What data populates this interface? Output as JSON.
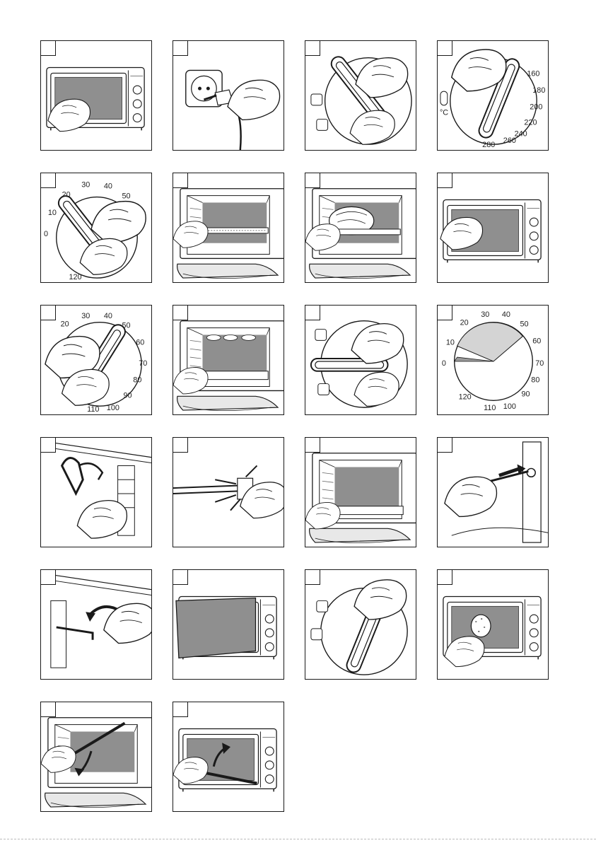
{
  "page": {
    "title": ""
  },
  "dial_temperature": {
    "unit": "°C",
    "labels": [
      "160",
      "180",
      "200",
      "220",
      "240",
      "260",
      "280"
    ]
  },
  "dial_timer_a": {
    "labels": [
      "30",
      "40",
      "20",
      "50",
      "10",
      "0",
      "120"
    ]
  },
  "dial_timer_b": {
    "labels": [
      "30",
      "40",
      "20",
      "50",
      "60",
      "70",
      "80",
      "90",
      "100",
      "110"
    ]
  },
  "dial_timer_c": {
    "labels": [
      "30",
      "40",
      "20",
      "50",
      "60",
      "10",
      "0",
      "70",
      "80",
      "90",
      "100",
      "110",
      "120"
    ]
  },
  "colors": {
    "ink": "#1a1a1a",
    "grey": "#9a9a9a",
    "light": "#d4d4d4"
  }
}
